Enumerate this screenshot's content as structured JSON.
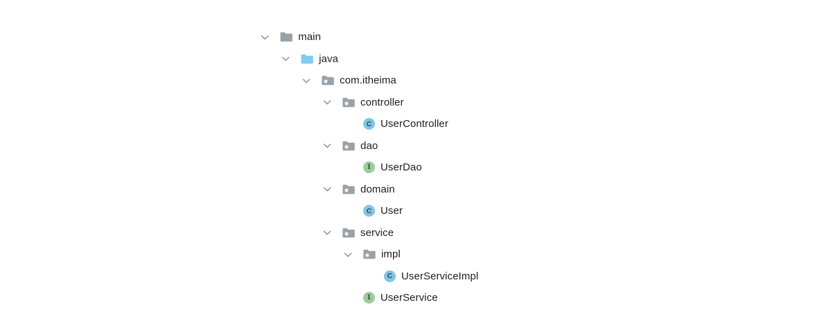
{
  "tree": {
    "rows": [
      {
        "label": "main",
        "level": 0,
        "icon": "folder",
        "expanded": true
      },
      {
        "label": "java",
        "level": 1,
        "icon": "folder-source",
        "expanded": true
      },
      {
        "label": "com.itheima",
        "level": 2,
        "icon": "package",
        "expanded": true
      },
      {
        "label": "controller",
        "level": 3,
        "icon": "package",
        "expanded": true
      },
      {
        "label": "UserController",
        "level": 4,
        "icon": "class",
        "expanded": false
      },
      {
        "label": "dao",
        "level": 3,
        "icon": "package",
        "expanded": true
      },
      {
        "label": "UserDao",
        "level": 4,
        "icon": "interface",
        "expanded": false
      },
      {
        "label": "domain",
        "level": 3,
        "icon": "package",
        "expanded": true
      },
      {
        "label": "User",
        "level": 4,
        "icon": "class",
        "expanded": false
      },
      {
        "label": "service",
        "level": 3,
        "icon": "package",
        "expanded": true
      },
      {
        "label": "impl",
        "level": 4,
        "icon": "package",
        "expanded": true
      },
      {
        "label": "UserServiceImpl",
        "level": 5,
        "icon": "class",
        "expanded": false
      },
      {
        "label": "UserService",
        "level": 4,
        "icon": "interface",
        "expanded": false
      }
    ],
    "icons": {
      "class_letter": "C",
      "interface_letter": "I"
    },
    "colors": {
      "folder_gray": "#9AA1A8",
      "folder_blue": "#7FCEF1",
      "package_dot": "#EEF0F1",
      "class_bg": "#7DC7E6",
      "interface_bg": "#9ECD9C",
      "letter": "#3A4A55",
      "chevron": "#9D9D9D",
      "text": "#1D1D1D"
    }
  }
}
